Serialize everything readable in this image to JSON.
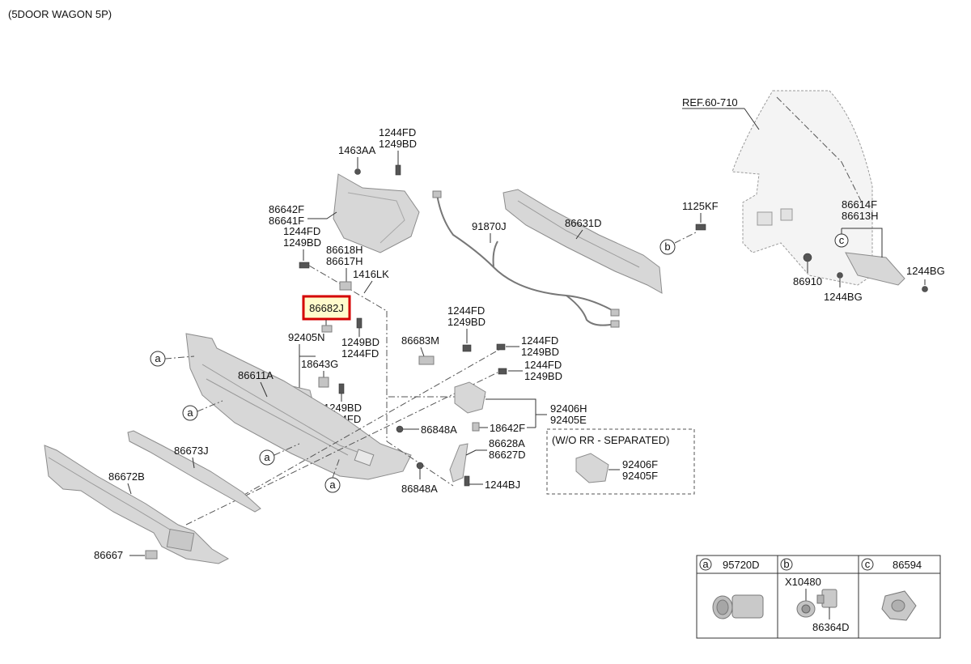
{
  "title": "(5DOOR WAGON 5P)",
  "highlight": {
    "label": "86682J",
    "color": "#d40000",
    "fill": "#fffbcc"
  },
  "labels": {
    "ref": "REF.60-710",
    "l1463AA": "1463AA",
    "l1244FD_top": "1244FD",
    "l1249BD_top": "1249BD",
    "l86642F": "86642F",
    "l86641F": "86641F",
    "l1244FD_a": "1244FD",
    "l1249BD_a": "1249BD",
    "l86618H": "86618H",
    "l86617H": "86617H",
    "l1416LK": "1416LK",
    "l91870J": "91870J",
    "l86631D": "86631D",
    "l1125KF": "1125KF",
    "l86614F": "86614F",
    "l86613H": "86613H",
    "l86910": "86910",
    "l1244BG_1": "1244BG",
    "l1244BG_2": "1244BG",
    "l92405N": "92405N",
    "l1249BD_b": "1249BD",
    "l1244FD_b": "1244FD",
    "l18643G": "18643G",
    "l86611A": "86611A",
    "l1249BD_c": "1249BD",
    "l1244FD_c": "1244FD",
    "l1244FD_d": "1244FD",
    "l1249BD_d": "1249BD",
    "l86683M": "86683M",
    "l1244FD_e": "1244FD",
    "l1249BD_e": "1249BD",
    "l1244FD_f": "1244FD",
    "l1249BD_f": "1249BD",
    "l92406H": "92406H",
    "l92405E": "92405E",
    "l18642F": "18642F",
    "l86848A_1": "86848A",
    "l86848A_2": "86848A",
    "l86628A": "86628A",
    "l86627D": "86627D",
    "l1244BJ": "1244BJ",
    "l86673J": "86673J",
    "l86672B": "86672B",
    "l86667": "86667",
    "wo_title": "(W/O RR - SEPARATED)",
    "l92406F": "92406F",
    "l92405F": "92405F"
  },
  "callouts": {
    "a": "a",
    "b": "b",
    "c": "c"
  },
  "legend": {
    "a_letter": "a",
    "a_part": "95720D",
    "b_letter": "b",
    "b_part1": "X10480",
    "b_part2": "86364D",
    "c_letter": "c",
    "c_part": "86594"
  }
}
